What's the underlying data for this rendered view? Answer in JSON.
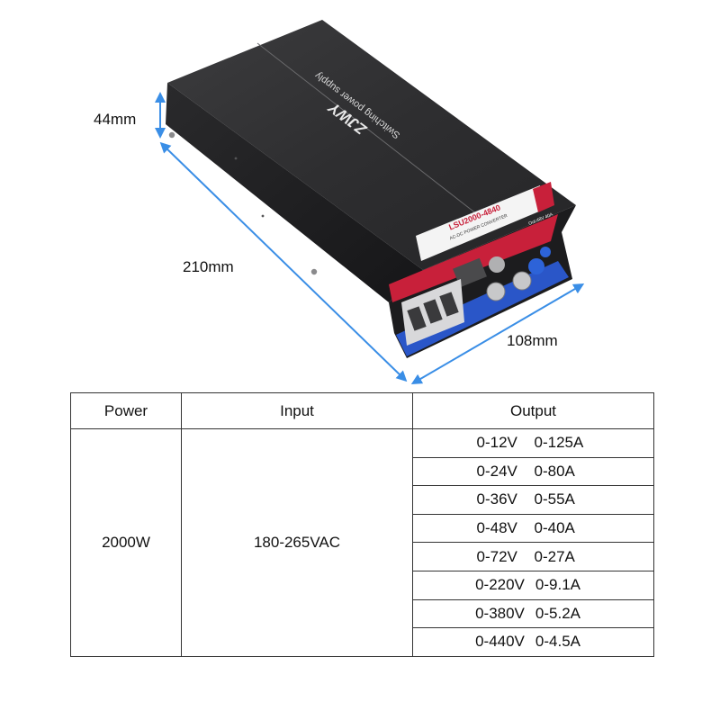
{
  "colors": {
    "casing": "#2b2b2d",
    "casing_top": "#3a3a3c",
    "casing_side": "#1e1e20",
    "label_red": "#c8203a",
    "board_blue": "#2a56c8",
    "dimension_blue": "#3a8ee6",
    "table_border": "#333333"
  },
  "product": {
    "brand_text": "ZJWY",
    "casing_text": "Switching power supply",
    "model_label": "LSU2000-4840",
    "converter_label": "AC-DC POWER CONVERTER",
    "output_badge": "Out:48V 40A"
  },
  "dimensions": {
    "height": "44mm",
    "length": "210mm",
    "width": "108mm"
  },
  "table": {
    "headers": [
      "Power",
      "Input",
      "Output"
    ],
    "power": "2000W",
    "input": "180-265VAC",
    "outputs": [
      {
        "voltage": "0-12V",
        "current": "0-125A"
      },
      {
        "voltage": "0-24V",
        "current": "0-80A"
      },
      {
        "voltage": "0-36V",
        "current": "0-55A"
      },
      {
        "voltage": "0-48V",
        "current": "0-40A"
      },
      {
        "voltage": "0-72V",
        "current": "0-27A"
      },
      {
        "voltage": "0-220V",
        "current": "0-9.1A"
      },
      {
        "voltage": "0-380V",
        "current": "0-5.2A"
      },
      {
        "voltage": "0-440V",
        "current": "0-4.5A"
      }
    ]
  }
}
